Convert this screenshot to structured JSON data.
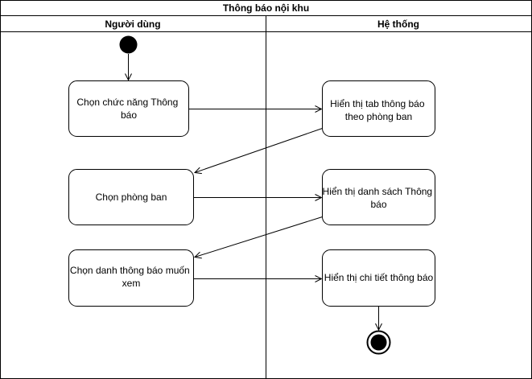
{
  "title": "Thông báo nội khu",
  "lanes": {
    "user": "Người dùng",
    "system": "Hệ thống"
  },
  "nodes": {
    "choose_notification": [
      "Chọn chức năng Thông",
      "báo"
    ],
    "show_tab": [
      "Hiển thị tab thông báo",
      "theo phòng ban"
    ],
    "choose_department": [
      "Chọn phòng ban"
    ],
    "show_list": [
      "Hiển thị danh sách Thông",
      "báo"
    ],
    "choose_notice": [
      "Chọn danh thông báo muốn",
      "xem"
    ],
    "show_detail": [
      "Hiển thị chi tiết thông báo"
    ]
  },
  "colors": {
    "stroke": "#000000",
    "fill": "#ffffff",
    "text": "#000000"
  }
}
